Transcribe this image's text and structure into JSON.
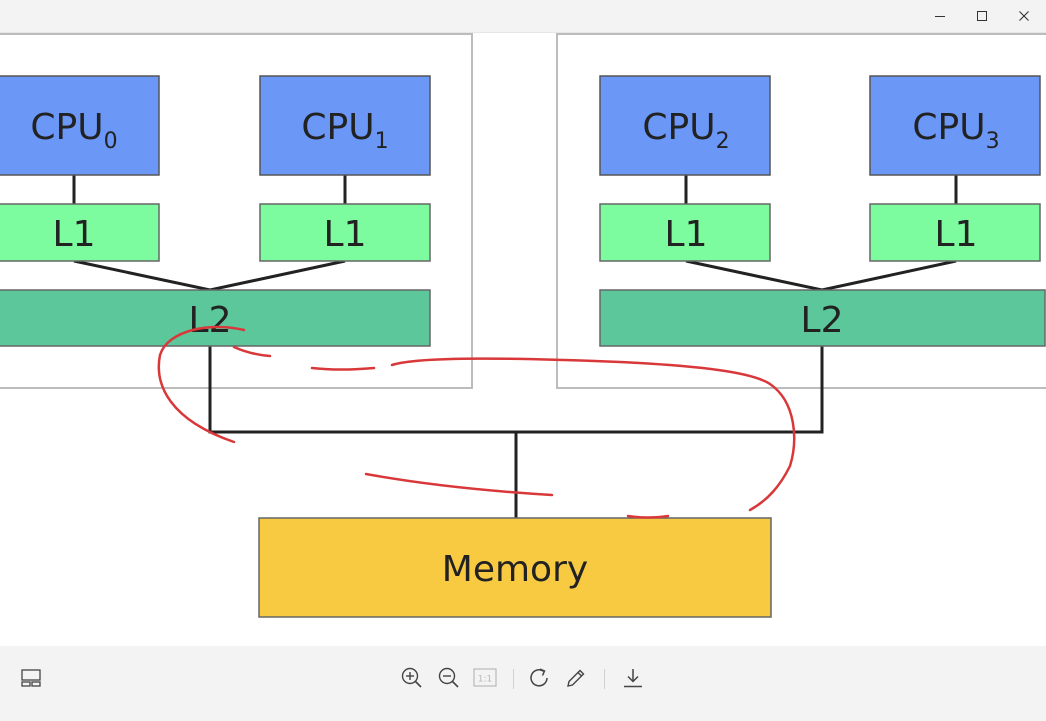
{
  "window": {
    "controls": [
      "minimize",
      "maximize",
      "close"
    ]
  },
  "diagram": {
    "cpus": [
      {
        "base": "CPU",
        "sub": "0"
      },
      {
        "base": "CPU",
        "sub": "1"
      },
      {
        "base": "CPU",
        "sub": "2"
      },
      {
        "base": "CPU",
        "sub": "3"
      }
    ],
    "l1_label": "L1",
    "l2_label": "L2",
    "memory_label": "Memory",
    "colors": {
      "cpu": "#6b97f7",
      "l1": "#7cfb9f",
      "l2": "#5bc79b",
      "memory": "#f8ca42",
      "annotation": "#d9383a"
    }
  },
  "toolbar": {
    "items": [
      "filmstrip-icon",
      "zoom-in-icon",
      "zoom-out-icon",
      "actual-size-icon",
      "rotate-icon",
      "edit-pen-icon",
      "download-icon"
    ],
    "actual_size_label": "1:1"
  }
}
